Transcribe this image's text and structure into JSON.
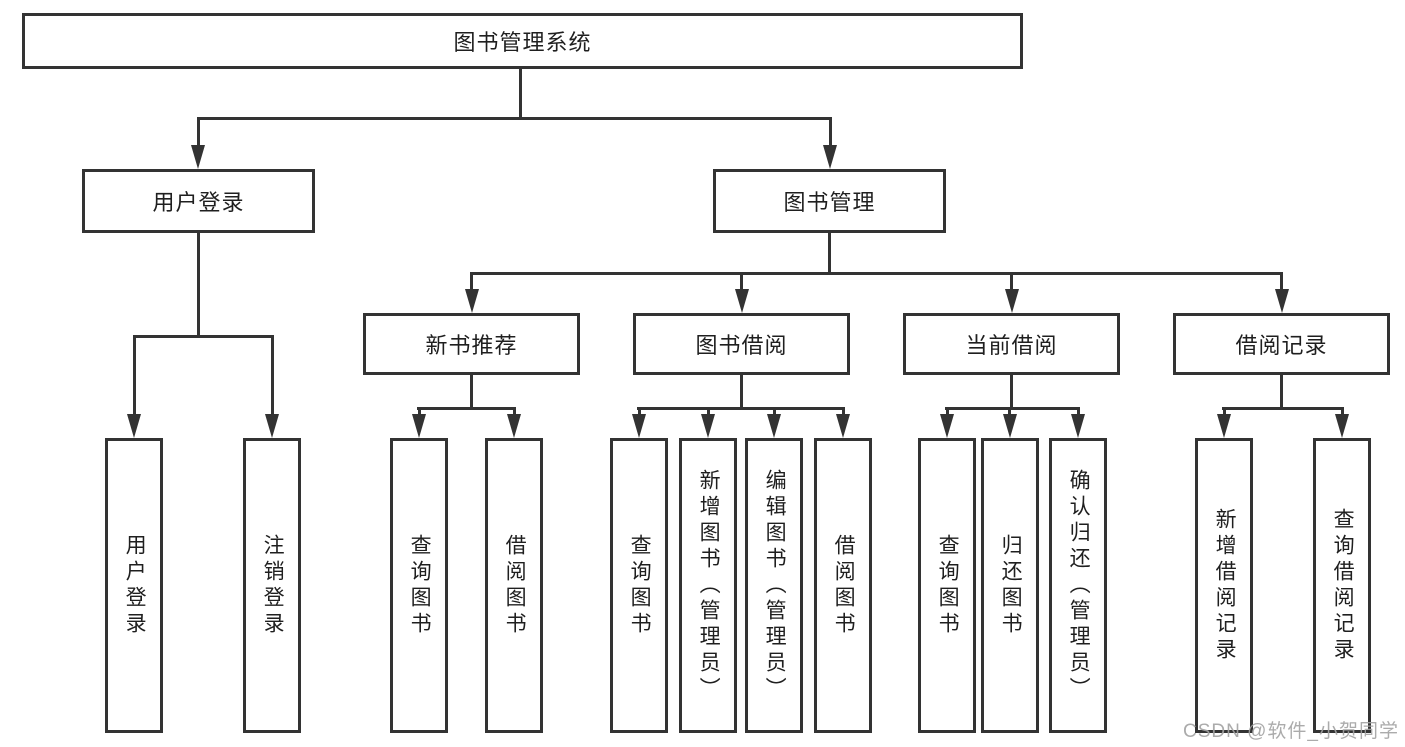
{
  "page": {
    "background": "#ffffff"
  },
  "colors": {
    "line": "#333333",
    "box_border": "#333333",
    "text": "#1f1f1f",
    "watermark_text_color": "#a3a3a3"
  },
  "tree": {
    "label": "图书管理系统",
    "children": [
      {
        "label": "用户登录",
        "children": [
          {
            "label": "用户登录"
          },
          {
            "label": "注销登录"
          }
        ]
      },
      {
        "label": "图书管理",
        "children": [
          {
            "label": "新书推荐",
            "children": [
              {
                "label": "查询图书"
              },
              {
                "label": "借阅图书"
              }
            ]
          },
          {
            "label": "图书借阅",
            "children": [
              {
                "label": "查询图书"
              },
              {
                "label": "新增图书（管理员）"
              },
              {
                "label": "编辑图书（管理员）"
              },
              {
                "label": "借阅图书"
              }
            ]
          },
          {
            "label": "当前借阅",
            "children": [
              {
                "label": "查询图书"
              },
              {
                "label": "归还图书"
              },
              {
                "label": "确认归还（管理员）"
              }
            ]
          },
          {
            "label": "借阅记录",
            "children": [
              {
                "label": "新增借阅记录"
              },
              {
                "label": "查询借阅记录"
              }
            ]
          }
        ]
      }
    ]
  },
  "watermark": {
    "text": "CSDN @软件_小贺同学"
  }
}
